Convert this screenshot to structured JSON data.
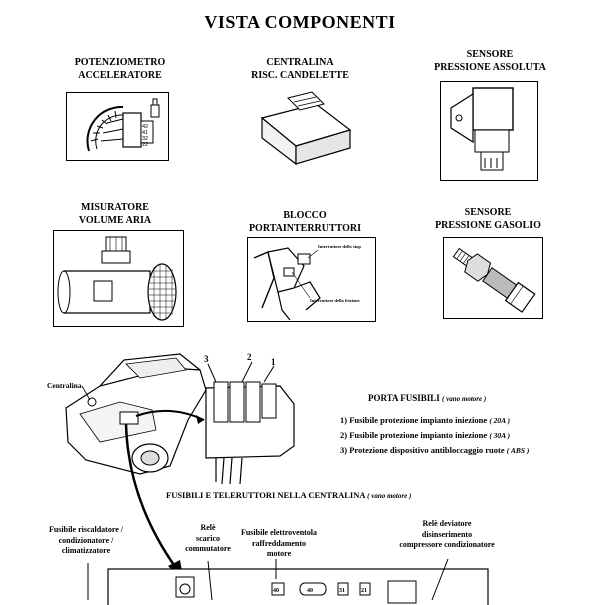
{
  "title": "VISTA COMPONENTI",
  "components": {
    "potenziometro": [
      "POTENZIOMETRO",
      "ACCELERATORE"
    ],
    "centralina_candelette": [
      "CENTRALINA",
      "RISC. CANDELETTE"
    ],
    "sensore_pressione_assoluta": [
      "SENSORE",
      "PRESSIONE ASSOLUTA"
    ],
    "misuratore": [
      "MISURATORE",
      "VOLUME ARIA"
    ],
    "blocco": [
      "BLOCCO",
      "PORTAINTERRUTTORI"
    ],
    "sensore_gasolio": [
      "SENSORE",
      "PRESSIONE GASOLIO"
    ]
  },
  "blocco_callouts": {
    "stop": "Interruttore dello stop",
    "frizione": "Interruttore della frizione"
  },
  "pot_pins": [
    "42",
    "41",
    "32",
    "22"
  ],
  "car_label": "Centralina",
  "fuse_numbers": [
    "3",
    "2",
    "1"
  ],
  "porta_fusibili": {
    "title": "PORTA FUSIBILI",
    "subtitle": "( vano motore )",
    "items": [
      {
        "text": "1) Fusibile protezione impianto iniezione",
        "rating": "( 20A )"
      },
      {
        "text": "2) Fusibile protezione impianto iniezione",
        "rating": "( 30A )"
      },
      {
        "text": "3) Protezione dispositivo antibloccaggio ruote",
        "rating": "( ABS )"
      }
    ]
  },
  "centralina_section": {
    "title": "FUSIBILI E TELERUTTORI NELLA CENTRALINA",
    "subtitle": "( vano motore )"
  },
  "bottom_captions": {
    "fusibile_riscaldatore": [
      "Fusibile riscaldatore /",
      "condizionatore /",
      "climatizzatore"
    ],
    "rele_scarico": [
      "Relè",
      "scarico",
      "commutatore"
    ],
    "fusibile_elettroventola": [
      "Fusibile elettroventola",
      "raffreddamento",
      "motore"
    ],
    "rele_deviatore": [
      "Relè deviatore",
      "disinserimento",
      "compressore condizionatore"
    ]
  },
  "bottom_numbers": [
    "40",
    "40",
    "31",
    "21"
  ]
}
